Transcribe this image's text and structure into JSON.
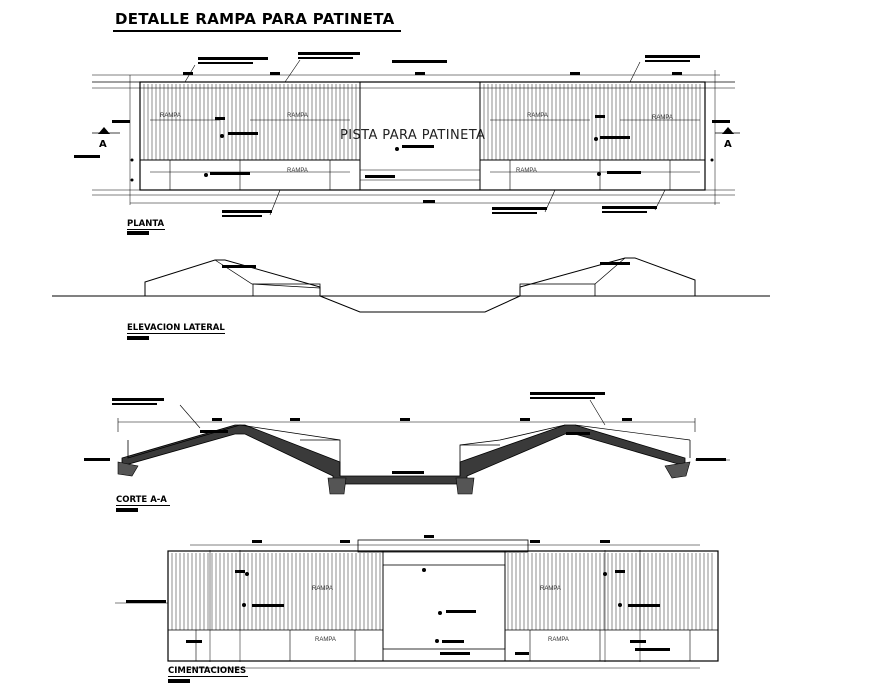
{
  "title": "DETALLE RAMPA PARA PATINETA",
  "views": {
    "plan": "PLANTA",
    "elevation": "ELEVACION LATERAL",
    "section": "CORTE A-A",
    "foundation": "CIMENTACIONES"
  },
  "plan_center_text": "PISTA PARA PATINETA",
  "ramp_label": "RAMPA",
  "section_marker": "A"
}
